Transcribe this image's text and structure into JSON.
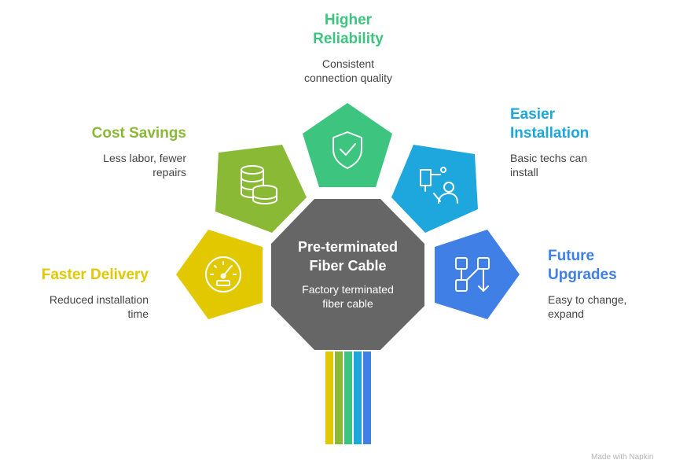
{
  "center": {
    "title_line1": "Pre-terminated",
    "title_line2": "Fiber Cable",
    "desc_line1": "Factory terminated",
    "desc_line2": "fiber cable",
    "color": "#666666"
  },
  "benefits": {
    "reliability": {
      "title_line1": "Higher",
      "title_line2": "Reliability",
      "desc_line1": "Consistent",
      "desc_line2": "connection quality",
      "color": "#3dc47e",
      "icon": "shield-check-icon"
    },
    "cost": {
      "title_line1": "Cost Savings",
      "desc_line1": "Less labor, fewer",
      "desc_line2": "repairs",
      "color": "#8ab936",
      "icon": "coins-icon"
    },
    "installation": {
      "title_line1": "Easier",
      "title_line2": "Installation",
      "desc_line1": "Basic techs can",
      "desc_line2": "install",
      "color": "#1ea7dc",
      "icon": "technician-icon"
    },
    "delivery": {
      "title_line1": "Faster Delivery",
      "desc_line1": "Reduced installation",
      "desc_line2": "time",
      "color": "#e2c800",
      "icon": "speedometer-icon"
    },
    "upgrades": {
      "title_line1": "Future",
      "title_line2": "Upgrades",
      "desc_line1": "Easy to change,",
      "desc_line2": "expand",
      "color": "#3f7fe6",
      "icon": "flow-arrows-icon"
    }
  },
  "cable_colors": [
    "#e2c800",
    "#8ab936",
    "#3dc47e",
    "#1ea7dc",
    "#3f7fe6"
  ],
  "watermark": "Made with Napkin"
}
